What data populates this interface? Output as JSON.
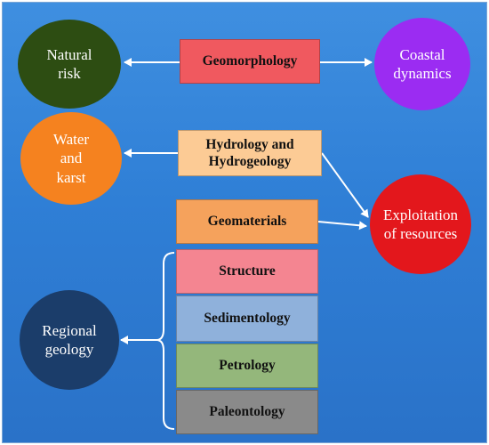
{
  "diagram": {
    "disciplines": {
      "geomorphology": "Geomorphology",
      "hydrology": "Hydrology and\nHydrogeology",
      "geomaterials": "Geomaterials",
      "structure": "Structure",
      "sedimentology": "Sedimentology",
      "petrology": "Petrology",
      "paleontology": "Paleontology"
    },
    "applications": {
      "natural_risk": "Natural\nrisk",
      "coastal_dynamics": "Coastal\ndynamics",
      "water_karst": "Water\nand\nkarst",
      "exploitation": "Exploitation\nof resources",
      "regional_geology": "Regional\ngeology"
    }
  },
  "colors": {
    "background": "#2f7fd6",
    "geomorphology": "#f0595f",
    "hydrology": "#fccb95",
    "geomaterials": "#f5a25c",
    "structure": "#f48591",
    "sedimentology": "#8fb1db",
    "petrology": "#94b77b",
    "paleontology": "#8a8a8a",
    "natural_risk": "#2d4d12",
    "coastal_dynamics": "#9b2cf2",
    "water_karst": "#f5821f",
    "exploitation": "#e3171c",
    "regional_geology": "#1b3d6a",
    "arrow": "#ffffff"
  }
}
